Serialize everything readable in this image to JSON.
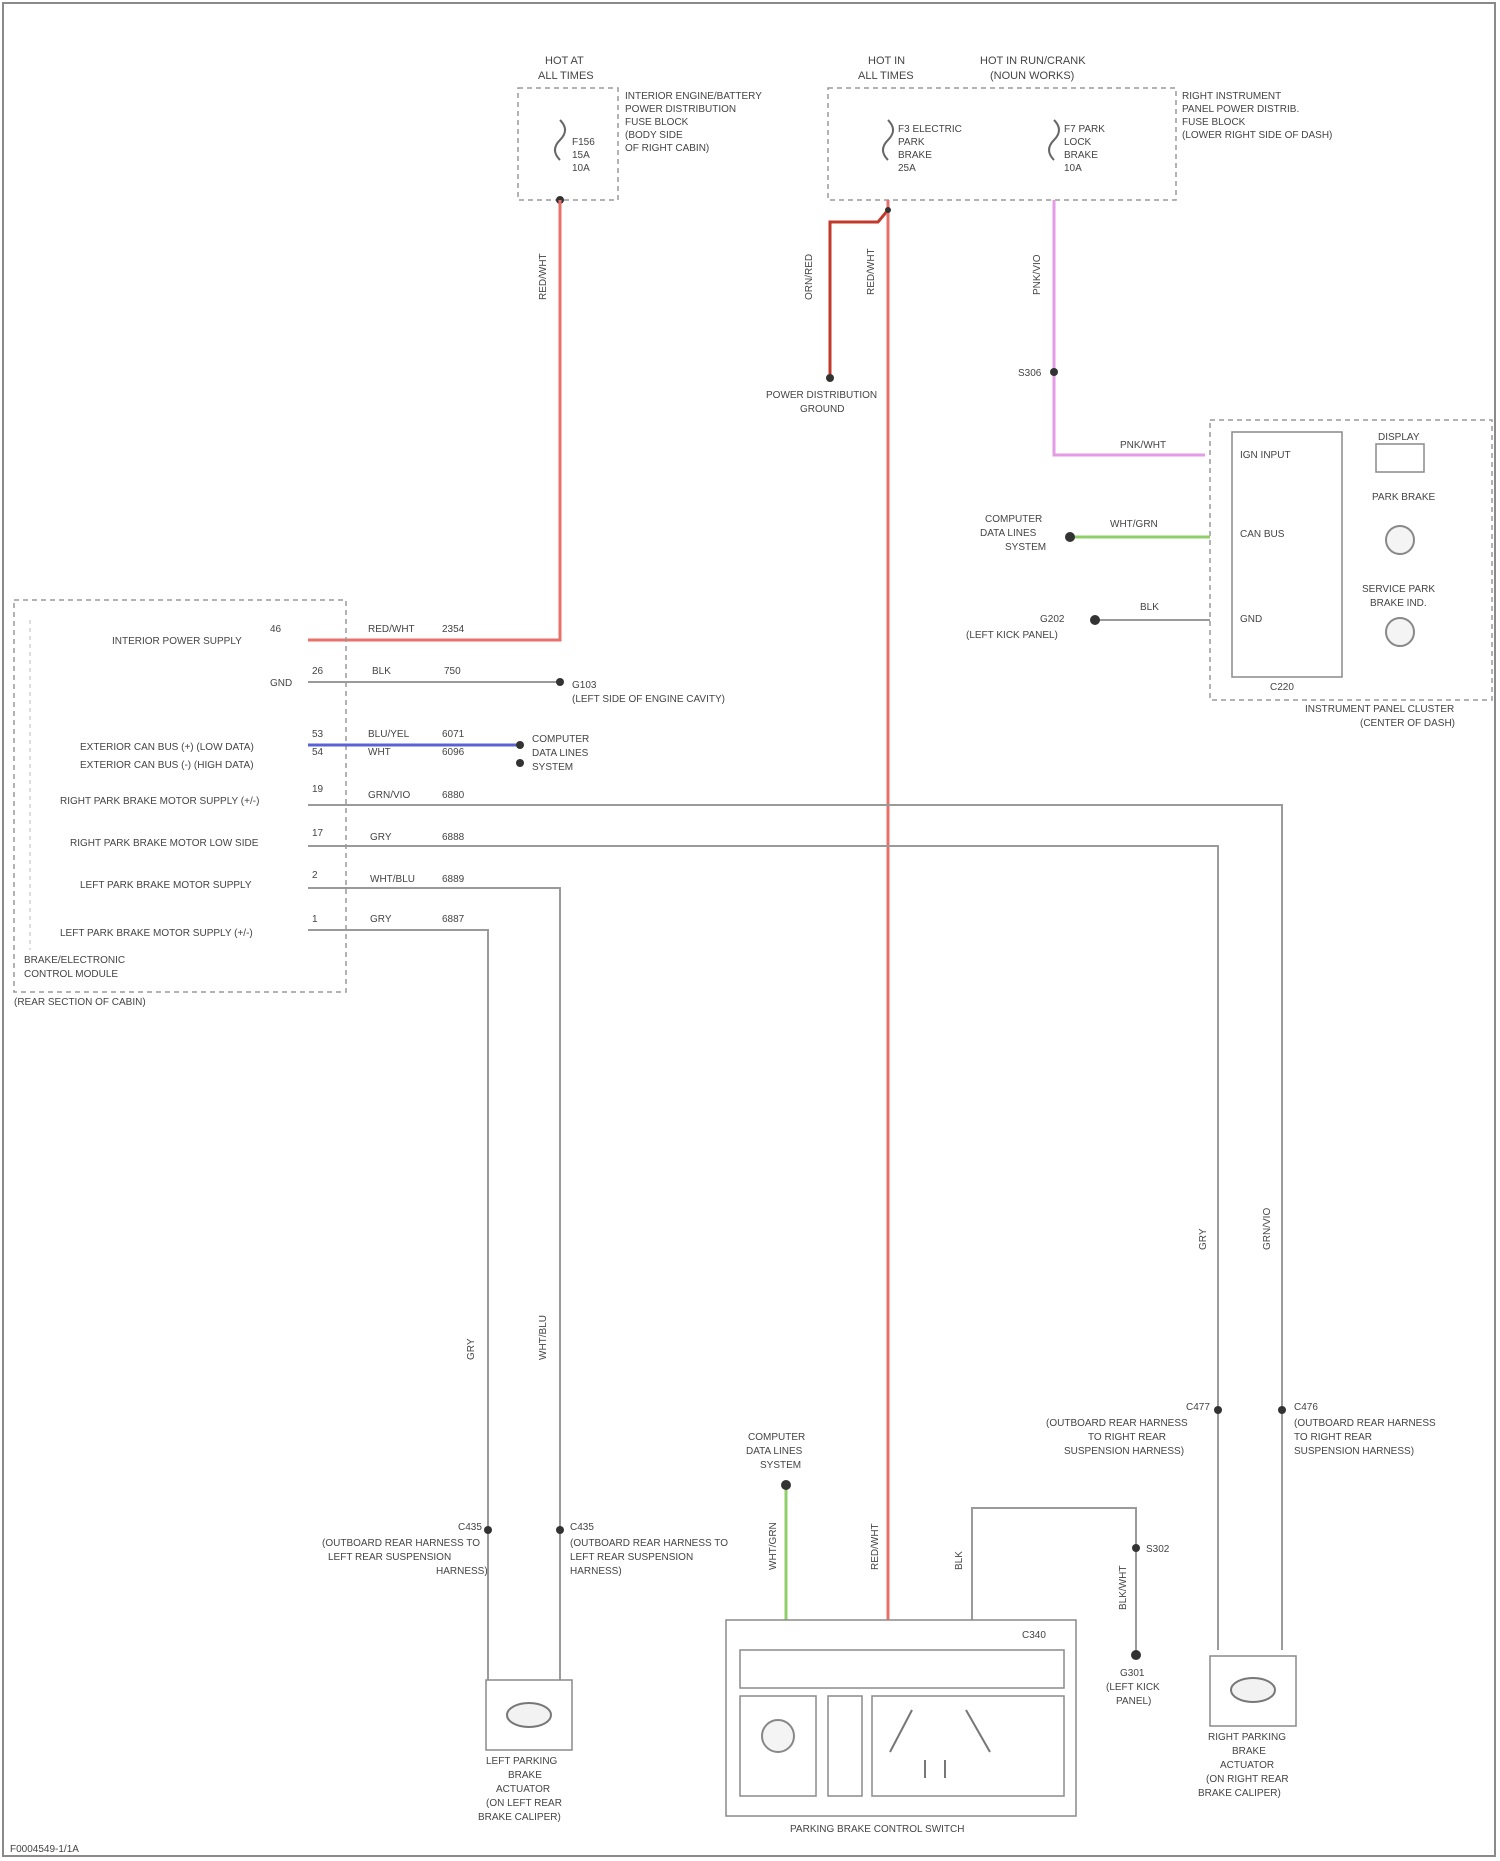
{
  "fuse_left": {
    "title": [
      "HOT AT",
      "ALL TIMES"
    ],
    "desc": [
      "INTERIOR ENGINE/BATTERY",
      "POWER DISTRIBUTION",
      "FUSE BLOCK",
      "(BODY SIDE",
      "OF RIGHT CABIN)"
    ],
    "fuse_label": [
      "F156",
      "15A",
      "10A"
    ],
    "wire_label": "RED/WHT"
  },
  "fuse_center": {
    "title1": [
      "HOT IN",
      "ALL TIMES"
    ],
    "title2": [
      "HOT IN RUN/CRANK",
      "(NOUN WORKS)"
    ],
    "desc": [
      "RIGHT INSTRUMENT",
      "PANEL POWER DISTRIB.",
      "FUSE BLOCK",
      "(LOWER RIGHT SIDE OF DASH)"
    ],
    "fuse_a": [
      "F3 ELECTRIC",
      "PARK",
      "BRAKE",
      "25A"
    ],
    "fuse_b": [
      "F7 PARK",
      "LOCK",
      "BRAKE",
      "10A"
    ],
    "wire_a": "ORN/RED",
    "wire_b": "RED/WHT",
    "wire_c": "PNK/VIO",
    "ground": [
      "POWER DISTRIBUTION",
      "GROUND"
    ],
    "splice": "S306"
  },
  "cluster": {
    "title": [
      "INSTRUMENT PANEL CLUSTER",
      "(CENTER OF DASH)"
    ],
    "connector": "C220",
    "pins": [
      "IGN INPUT",
      "CAN BUS",
      "GND"
    ],
    "wires": [
      "PNK/WHT",
      "WHT/GRN",
      "BLK"
    ],
    "labels": [
      "DISPLAY",
      "PARK BRAKE",
      "SERVICE PARK",
      "BRAKE IND."
    ],
    "left_notes": [
      "COMPUTER",
      "DATA LINES",
      "SYSTEM"
    ],
    "gnd_note": [
      "G202",
      "(LEFT KICK PANEL)"
    ]
  },
  "module": {
    "title": [
      "BRAKE/ELECTRONIC",
      "CONTROL MODULE"
    ],
    "loc": "(REAR SECTION OF CABIN)",
    "pins": [
      {
        "name": "INTERIOR POWER SUPPLY",
        "num": "46",
        "color": "RED/WHT",
        "id": "2354"
      },
      {
        "name": "GND",
        "num": "26",
        "color": "BLK",
        "id": "750"
      },
      {
        "name": "EXTERIOR CAN BUS (+) (LOW DATA)",
        "num": "53",
        "color": "BLU/YEL",
        "id": "6071"
      },
      {
        "name": "EXTERIOR CAN BUS (-) (HIGH DATA)",
        "num": "54",
        "color": "WHT",
        "id": "6096"
      },
      {
        "name": "RIGHT PARK BRAKE MOTOR SUPPLY (+/-)",
        "num": "19",
        "color": "GRN/VIO",
        "id": "6880"
      },
      {
        "name": "RIGHT PARK BRAKE MOTOR LOW SIDE",
        "num": "17",
        "color": "GRY",
        "id": "6888"
      },
      {
        "name": "LEFT PARK BRAKE MOTOR SUPPLY",
        "num": "2",
        "color": "WHT/BLU",
        "id": "6889"
      },
      {
        "name": "LEFT PARK BRAKE MOTOR SUPPLY (+/-)",
        "num": "1",
        "color": "GRY",
        "id": "6887"
      }
    ],
    "gnd_note": [
      "G103",
      "(LEFT SIDE OF ENGINE CAVITY)"
    ],
    "bus_note": [
      "COMPUTER",
      "DATA LINES",
      "SYSTEM"
    ]
  },
  "actuator_left": {
    "title": [
      "LEFT PARKING",
      "BRAKE",
      "ACTUATOR",
      "(ON LEFT REAR",
      "BRAKE CALIPER)"
    ],
    "c1": [
      "C435",
      "(OUTBOARD REAR HARNESS TO",
      "LEFT REAR SUSPENSION",
      "HARNESS)"
    ],
    "c2": [
      "C435",
      "(OUTBOARD REAR HARNESS TO",
      "LEFT REAR SUSPENSION",
      "HARNESS)"
    ],
    "wires": [
      "GRY",
      "WHT/BLU"
    ]
  },
  "actuator_right": {
    "title": [
      "RIGHT PARKING",
      "BRAKE",
      "ACTUATOR",
      "(ON RIGHT REAR",
      "BRAKE CALIPER)"
    ],
    "c1": [
      "C477",
      "(OUTBOARD REAR HARNESS",
      "TO RIGHT REAR",
      "SUSPENSION HARNESS)"
    ],
    "c2": [
      "C476",
      "(OUTBOARD REAR HARNESS",
      "TO RIGHT REAR",
      "SUSPENSION HARNESS)"
    ],
    "wires": [
      "GRY",
      "GRN/VIO"
    ]
  },
  "switch": {
    "title": "PARKING BRAKE CONTROL SWITCH",
    "connector": "C340",
    "wires": [
      "WHT/GRN",
      "RED/WHT",
      "BLK"
    ],
    "notes": [
      "COMPUTER",
      "DATA LINES",
      "SYSTEM"
    ],
    "splice": "S302",
    "gnd": [
      "G301",
      "(LEFT KICK",
      "PANEL)"
    ],
    "gnd_wire": "BLK/WHT"
  },
  "footer": "F0004549-1/1A"
}
